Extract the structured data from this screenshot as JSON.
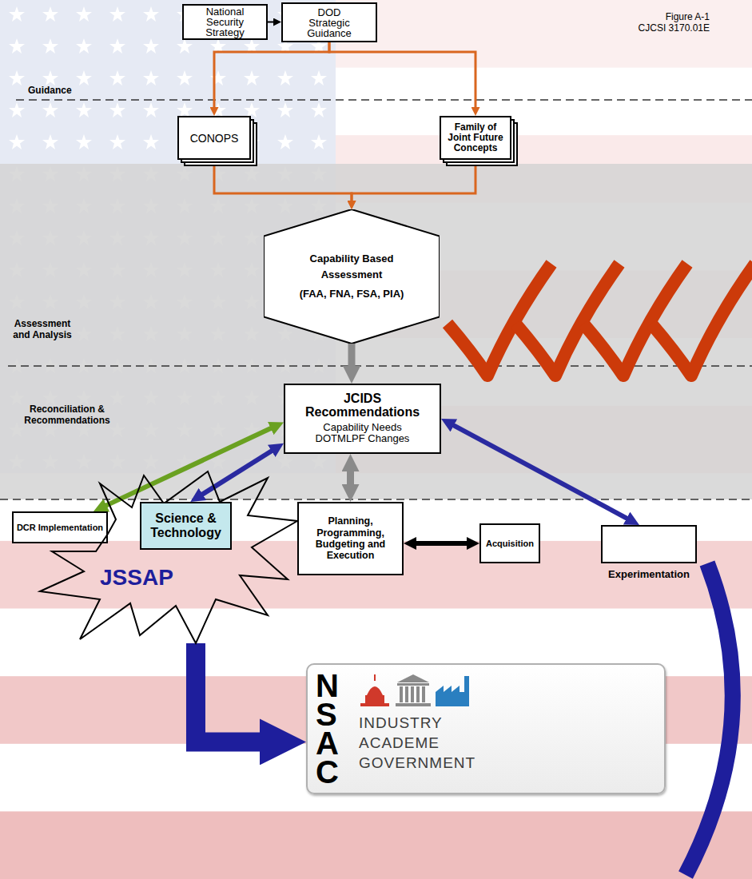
{
  "diagram": {
    "nodes": [
      {
        "text": [
          "National Security Strategy"
        ]
      },
      {
        "text": [
          "DOD Strategic Guidance"
        ]
      },
      {
        "text": [
          "CONOPS"
        ]
      },
      {
        "text": [
          "Family of Joint Future Concepts"
        ]
      },
      {
        "text": [
          "Capability Based Assessment",
          "(FAA, FNA, FSA, PIA)"
        ]
      },
      {
        "text": [
          "JCIDS Recommendations",
          "Capability Needs DOTMLPF Changes"
        ]
      },
      {
        "text": [
          "DCR Implementation"
        ]
      },
      {
        "text": [
          "JSSAP"
        ]
      },
      {
        "text": [
          "Science & Technology"
        ],
        "in": 7
      },
      {
        "text": [
          "Planning, Programming, Budgeting and Execution"
        ]
      },
      {
        "text": [
          "Acquisition"
        ]
      },
      {
        "text": [
          "Experimentation"
        ]
      },
      {
        "text": [
          "NSAC",
          "INDUSTRY",
          "ACADEME",
          "GOVERNMENT"
        ]
      }
    ],
    "edges": [
      {
        "from": 0,
        "to": 1,
        "arrow": "to"
      },
      {
        "from": 1,
        "to": 2,
        "arrow": "to"
      },
      {
        "from": 1,
        "to": 3,
        "arrow": "to"
      },
      {
        "from": 2,
        "to": 4,
        "arrow": "to"
      },
      {
        "from": 3,
        "to": 4,
        "arrow": "to"
      },
      {
        "from": 4,
        "to": 5,
        "arrow": "to"
      },
      {
        "from": 5,
        "to": 9,
        "arrow": "both"
      },
      {
        "from": 5,
        "to": 6,
        "arrow": "both"
      },
      {
        "from": 5,
        "to": 8,
        "arrow": "both"
      },
      {
        "from": 5,
        "to": 11,
        "arrow": "both"
      },
      {
        "from": 9,
        "to": 10,
        "arrow": "both"
      },
      {
        "from": 7,
        "to": 12,
        "arrow": "to"
      }
    ],
    "labels": [
      "Figure A-1",
      "CJCSI 3170.01E",
      "Guidance",
      "Assessment and Analysis",
      "Reconciliation & Recommendations"
    ]
  }
}
